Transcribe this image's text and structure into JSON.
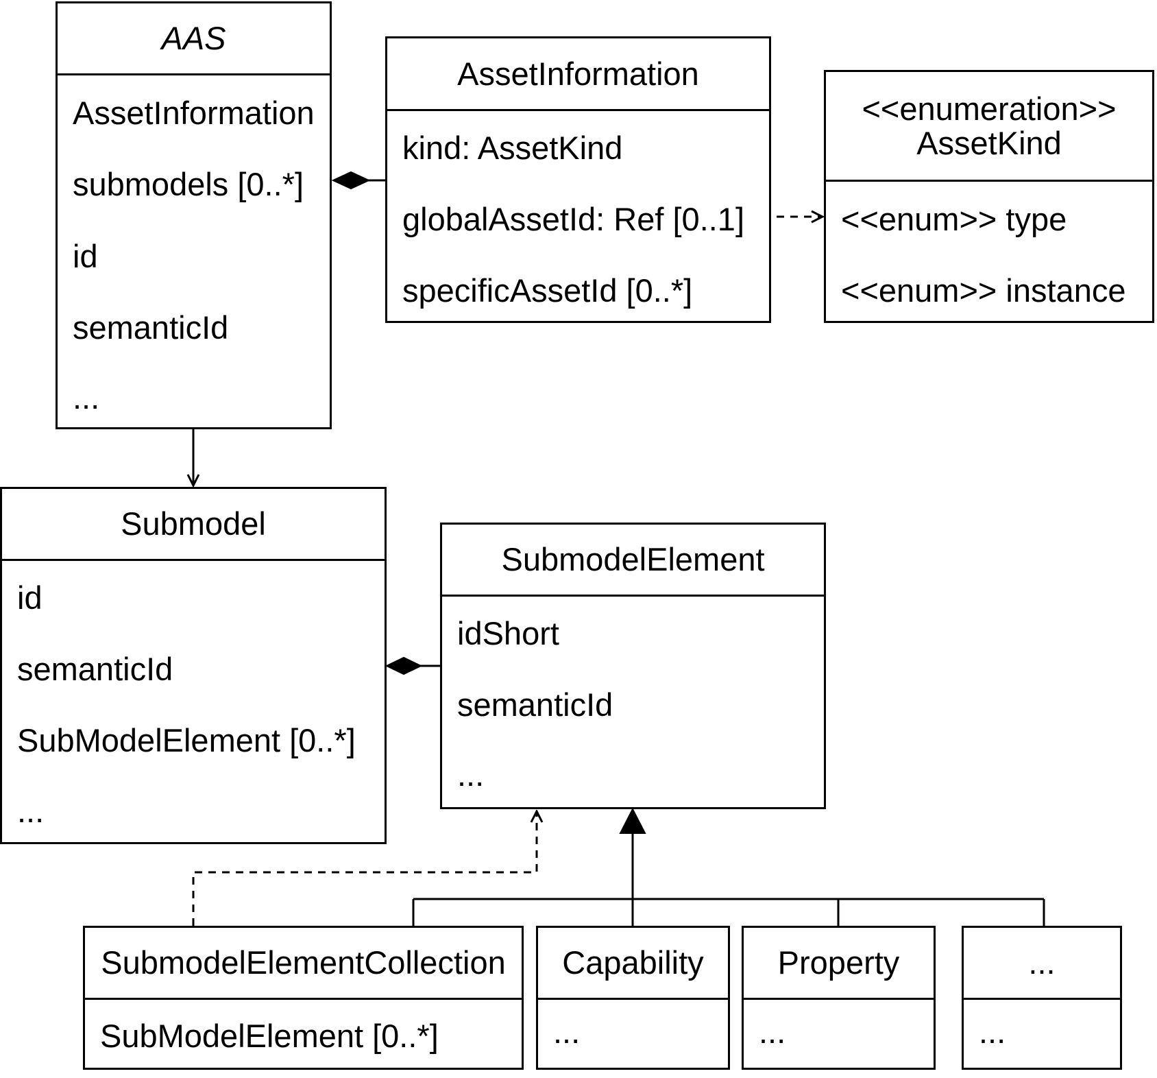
{
  "aas": {
    "title": "AAS",
    "attributes": [
      "AssetInformation",
      "submodels [0..*]",
      "id",
      "semanticId",
      "..."
    ]
  },
  "asset_information": {
    "title": "AssetInformation",
    "attributes": [
      "kind: AssetKind",
      "globalAssetId: Ref [0..1]",
      "specificAssetId [0..*]"
    ]
  },
  "asset_kind": {
    "stereotype": "<<enumeration>>",
    "title": "AssetKind",
    "attributes": [
      "<<enum>> type",
      "<<enum>> instance"
    ]
  },
  "submodel": {
    "title": "Submodel",
    "attributes": [
      "id",
      "semanticId",
      "SubModelElement [0..*]",
      "..."
    ]
  },
  "submodel_element": {
    "title": "SubmodelElement",
    "attributes": [
      "idShort",
      "semanticId",
      "..."
    ]
  },
  "submodel_element_collection": {
    "title": "SubmodelElementCollection",
    "attributes": [
      "SubModelElement [0..*]"
    ]
  },
  "capability": {
    "title": "Capability",
    "attributes": [
      "..."
    ]
  },
  "property": {
    "title": "Property",
    "attributes": [
      "..."
    ]
  },
  "more_elements": {
    "title": "...",
    "attributes": [
      "..."
    ]
  }
}
